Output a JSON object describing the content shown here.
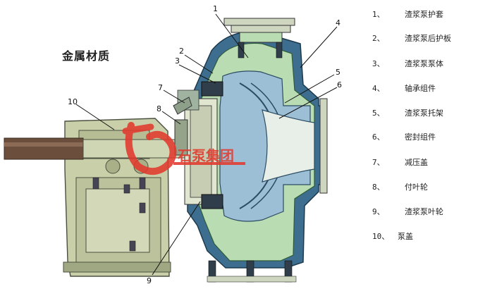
{
  "title": "金属材质",
  "parts": [
    {
      "num": "1、",
      "name": "渣浆泵护套"
    },
    {
      "num": "2、",
      "name": "渣浆泵后护板"
    },
    {
      "num": "3、",
      "name": "渣浆泵泵体"
    },
    {
      "num": "4、",
      "name": "轴承组件"
    },
    {
      "num": "5、",
      "name": "渣浆泵托架"
    },
    {
      "num": "6、",
      "name": "密封组件"
    },
    {
      "num": "7、",
      "name": "减压盖"
    },
    {
      "num": "8、",
      "name": "付叶轮"
    },
    {
      "num": "9、",
      "name": "渣浆泵叶轮"
    },
    {
      "num": "10、",
      "name": "泵盖"
    }
  ],
  "callouts": [
    "1",
    "2",
    "3",
    "4",
    "5",
    "6",
    "7",
    "8",
    "9",
    "10"
  ],
  "watermark": {
    "text": "石泵集团",
    "color": "#e23a2e"
  },
  "colors": {
    "casing_steel": "#3d6e8f",
    "liner_green": "#b9dcb2",
    "liner_blue": "#9dbfd6",
    "bearing_frame": "#c9cfae",
    "shaft": "#6b4e3b",
    "bolt": "#334"
  }
}
